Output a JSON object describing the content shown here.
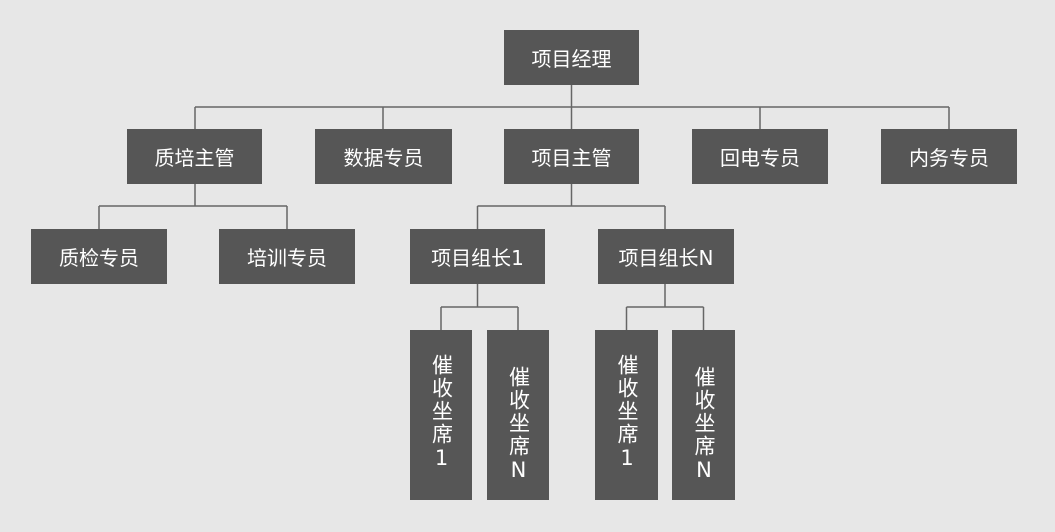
{
  "org_chart": {
    "root": "项目经理",
    "level1": [
      "质培主管",
      "数据专员",
      "项目主管",
      "回电专员",
      "内务专员"
    ],
    "quality_children": [
      "质检专员",
      "培训专员"
    ],
    "project_children": [
      "项目组长1",
      "项目组长N"
    ],
    "agents_team_1": [
      "催收坐席1",
      "催收坐席N"
    ],
    "agents_team_n": [
      "催收坐席1",
      "催收坐席N"
    ]
  },
  "colors": {
    "background": "#e7e7e7",
    "node_fill": "#565656",
    "node_text": "#ffffff",
    "connector": "#666666"
  }
}
